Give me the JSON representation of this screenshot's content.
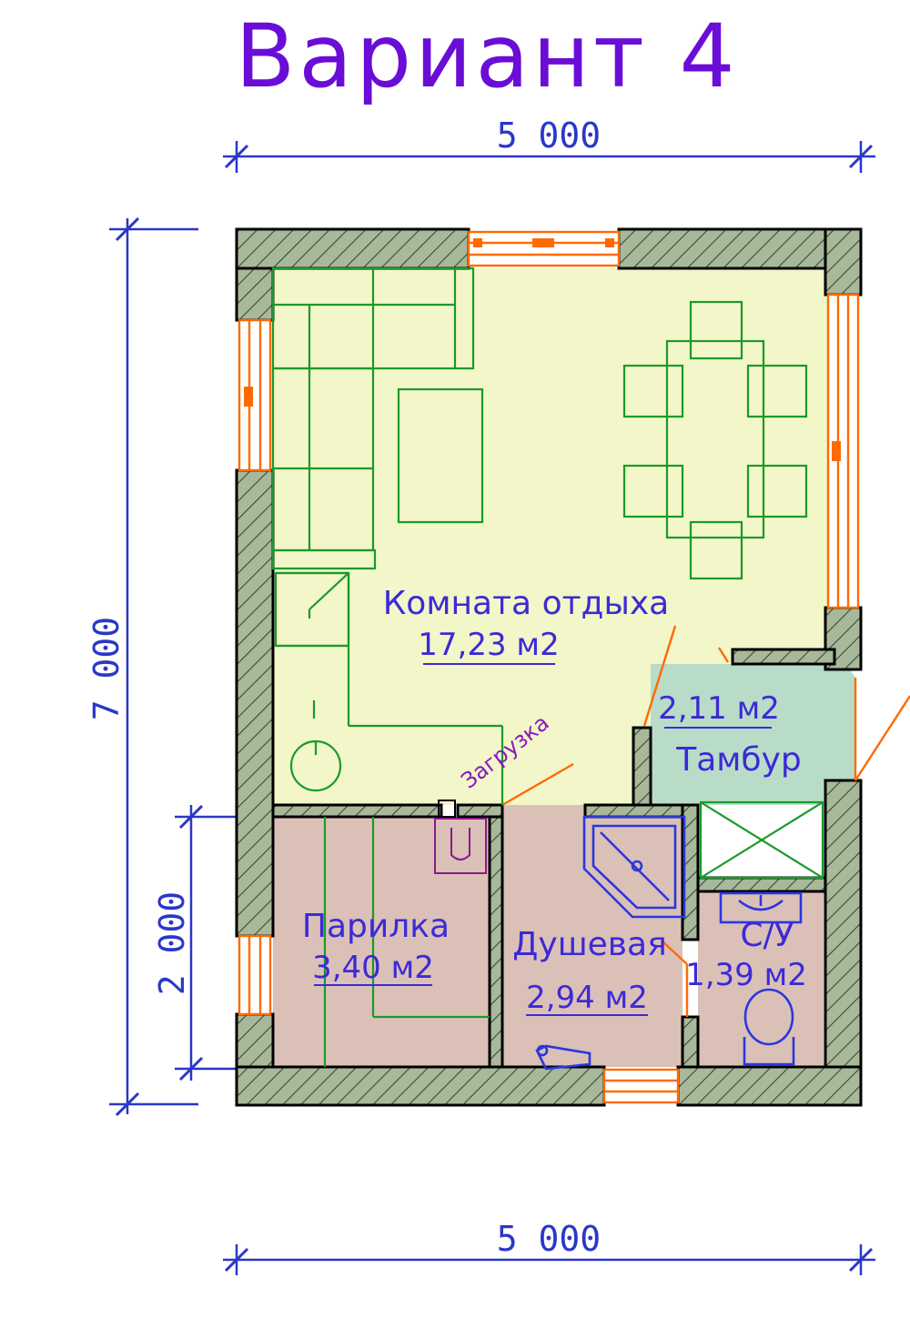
{
  "title": "Вариант 4",
  "dimensions": {
    "top_width": "5 000",
    "bottom_width": "5 000",
    "left_height": "7 000",
    "left_partial_height": "2 000"
  },
  "rooms": {
    "living": {
      "name": "Комната отдыха",
      "area": "17,23 м2",
      "color": "#f2f6c8"
    },
    "vestibule": {
      "name": "Тамбур",
      "area": "2,11 м2",
      "color": "#b8dcc8"
    },
    "steam_room": {
      "name": "Парилка",
      "area": "3,40 м2",
      "color": "#dbc0b8"
    },
    "shower": {
      "name": "Душевая",
      "area": "2,94 м2",
      "color": "#dbc0b8"
    },
    "wc": {
      "name": "С/У",
      "area": "1,39 м2",
      "color": "#dbc0b8"
    }
  },
  "labels": {
    "loading": "Загрузка"
  },
  "colors": {
    "wall": "#a8b89a",
    "window": "#ff6a00",
    "furniture": "#1a9a2a",
    "dimension": "#2a37c8",
    "title": "#6a0dd6"
  }
}
